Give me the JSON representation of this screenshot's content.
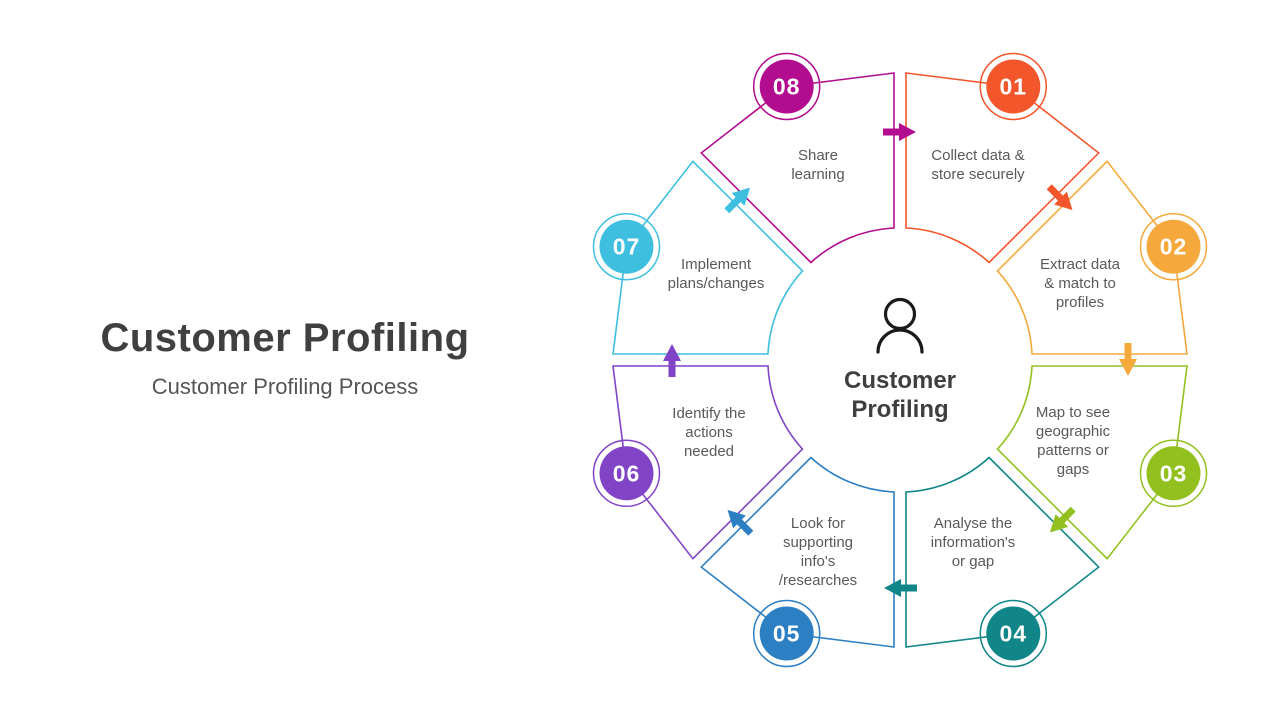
{
  "title": {
    "heading": "Customer Profiling",
    "subheading": "Customer Profiling Process"
  },
  "center": {
    "label": "Customer\nProfiling",
    "icon": "person-icon"
  },
  "steps": [
    {
      "number": "01",
      "label": "Collect data &\nstore securely",
      "color": "#f4562c"
    },
    {
      "number": "02",
      "label": "Extract data\n& match to\nprofiles",
      "color": "#f5a83c"
    },
    {
      "number": "03",
      "label": "Map to see\ngeographic\npatterns or\ngaps",
      "color": "#92c01f"
    },
    {
      "number": "04",
      "label": "Analyse the\ninformation's\nor gap",
      "color": "#108689"
    },
    {
      "number": "05",
      "label": "Look for\nsupporting\ninfo's\n/researches",
      "color": "#2d7fc3"
    },
    {
      "number": "06",
      "label": "Identify the\nactions\nneeded",
      "color": "#8244c7"
    },
    {
      "number": "07",
      "label": "Implement\nplans/changes",
      "color": "#3ebfe0"
    },
    {
      "number": "08",
      "label": "Share\nlearning",
      "color": "#b20d8e"
    }
  ]
}
